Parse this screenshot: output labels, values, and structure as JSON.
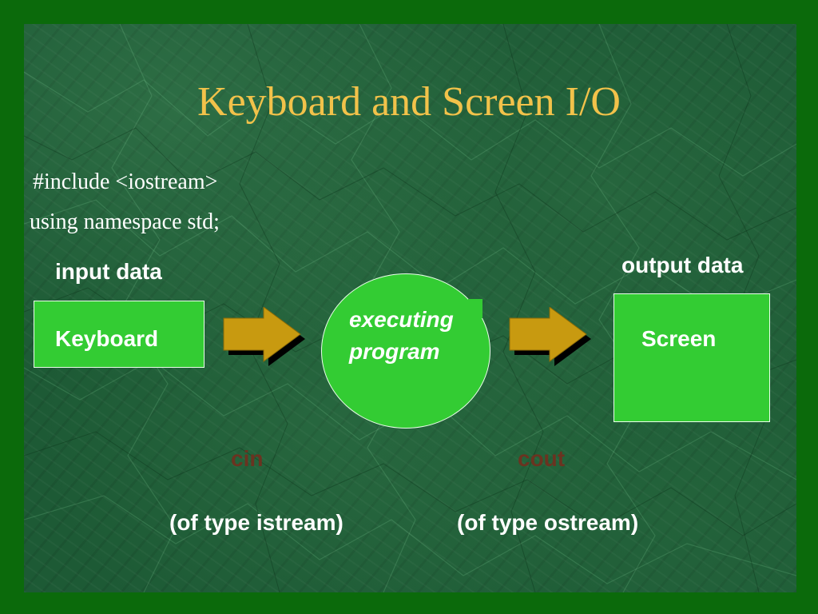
{
  "slide": {
    "title": "Keyboard and Screen I/O",
    "code_lines": [
      "#include <iostream>",
      "using namespace std;"
    ],
    "input_label": "input data",
    "output_label": "output data",
    "keyboard_label": "Keyboard",
    "screen_label": "Screen",
    "program_line1": "executing",
    "program_line2": "program",
    "cin_label": "cin",
    "cout_label": "cout",
    "istream_note": "(of  type istream)",
    "ostream_note": "(of  type ostream)"
  },
  "colors": {
    "frame": "#0b6a0b",
    "background": "#1d5a35",
    "title": "#f2c24a",
    "box_fill": "#33cc33",
    "arrow_fill": "#c89a10",
    "stream_text": "#6a3320"
  }
}
